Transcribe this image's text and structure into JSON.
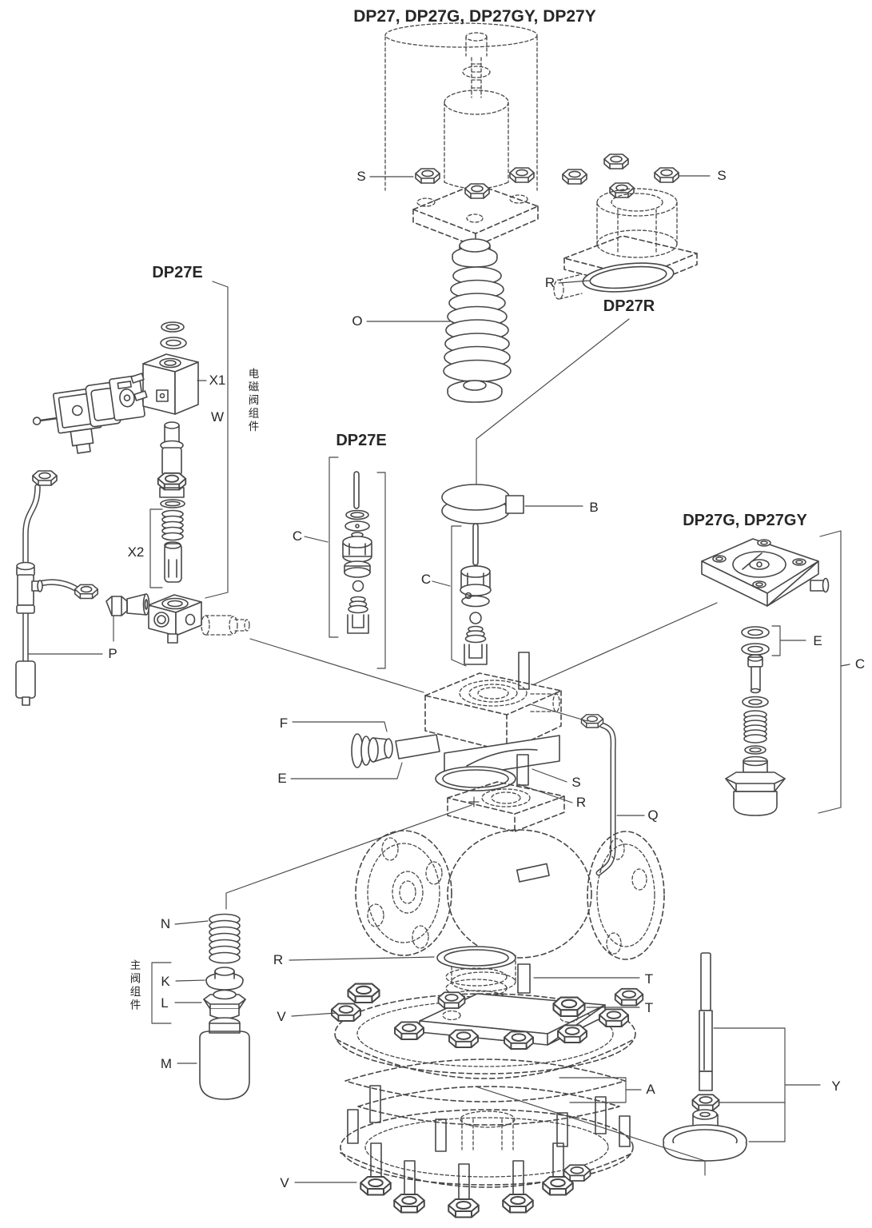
{
  "title": "DP27, DP27G, DP27GY, DP27Y",
  "colors": {
    "line": "#474747",
    "text": "#272727",
    "background": "#ffffff"
  },
  "section_headings": {
    "solenoid_kit": "DP27E",
    "dp27r_kit": "DP27R",
    "pilot_kit": "DP27E",
    "green_pilot_kit": "DP27G, DP27GY"
  },
  "assembly_notes": {
    "solenoid_assembly": "电磁阀组件",
    "main_valve_assembly": "主阀组件"
  },
  "part_labels": {
    "s_nuts_left": "S",
    "s_nuts_right": "S",
    "o_pressure_spring": "O",
    "r_dp27r_gasket": "R",
    "b_pilot_diaphragm": "B",
    "x1_solenoid_coil": "X1",
    "w_solenoid_valve": "W",
    "x2_armature_kit": "X2",
    "c_pilot_valve_kit": "C",
    "c_pilot_valve_fitted": "C",
    "c_green_pilot_kit": "C",
    "e_green_gaskets": "E",
    "p_pipe_fitting": "P",
    "f_filter_screen": "F",
    "e_filter_gasket": "E",
    "s_stud": "S",
    "r_pilot_gasket": "R",
    "q_control_pipe": "Q",
    "n_return_spring": "N",
    "k_main_valve_head": "K",
    "l_valve_seat": "L",
    "m_strainer_screen": "M",
    "r_main_gasket": "R",
    "v_cover_nuts": "V",
    "t_diaphragm_stud": "T",
    "t_diaphragm_nut": "T",
    "a_diaphragms": "A",
    "y_pushrod_assembly": "Y",
    "v_flange_bolts": "V"
  }
}
